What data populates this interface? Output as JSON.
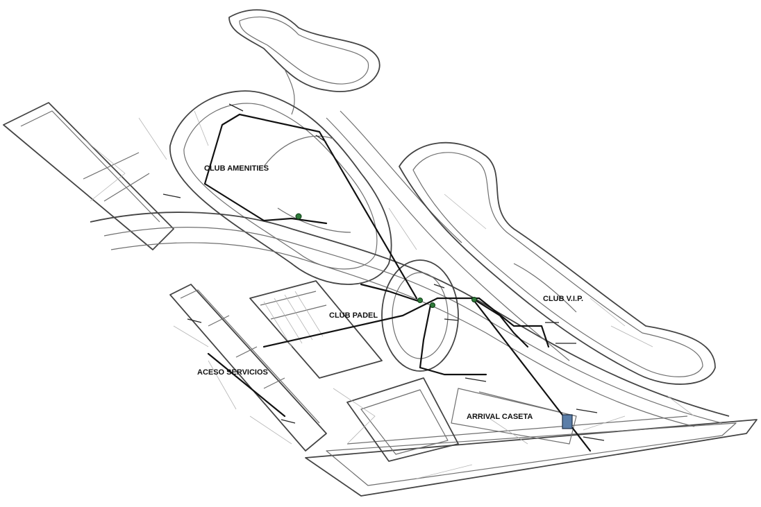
{
  "labels": {
    "club_amenities": "CLUB AMENITIES",
    "club_padel": "CLUB PADEL",
    "club_vip": "CLUB V.I.P.",
    "aceso_servicios": "ACESO SERVICIOS",
    "arrival_caseta": "ARRIVAL CASETA"
  },
  "colors": {
    "line": "#6f6f6f",
    "pipe": "#111111",
    "fixture_green": "#2f7a3a",
    "fixture_blue": "#5b7ea8"
  }
}
